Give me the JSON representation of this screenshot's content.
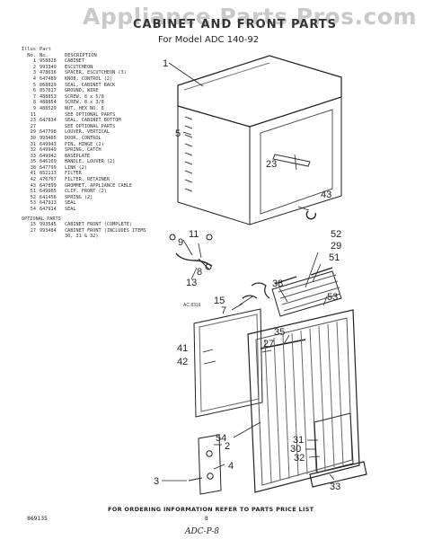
{
  "watermark": "Appliance Parts Pros.com",
  "title": "CABINET AND FRONT PARTS",
  "subtitle": "For Model  ADC 140-92",
  "parts_table": {
    "headers": {
      "illus_line1": "Illus",
      "illus_line2": "No.",
      "part_line1": "Part",
      "part_line2": "No.",
      "description": "DESCRIPTION"
    },
    "rows": [
      {
        "illus": "1",
        "part": "958828",
        "desc": "CABINET"
      },
      {
        "illus": "2",
        "part": "993349",
        "desc": "ESCUTCHEON"
      },
      {
        "illus": "3",
        "part": "478636",
        "desc": "SPACER, ESCUTCHEON (3)"
      },
      {
        "illus": "4",
        "part": "647489",
        "desc": "KNOB, CONTROL (2)"
      },
      {
        "illus": "5",
        "part": "868829",
        "desc": "SEAL, CABINET BACK"
      },
      {
        "illus": "6",
        "part": "857017",
        "desc": "GROUND, WIRE"
      },
      {
        "illus": "7",
        "part": "488853",
        "desc": "SCREW, 8 x 5/8"
      },
      {
        "illus": "8",
        "part": "488854",
        "desc": "SCREW, 8 x 3/8"
      },
      {
        "illus": "9",
        "part": "488529",
        "desc": "NUT, HEX NO. 8"
      },
      {
        "illus": "11",
        "part": "",
        "desc": "SEE OPTIONAL PARTS"
      },
      {
        "illus": "23",
        "part": "647834",
        "desc": "SEAL, CABINET BOTTOM"
      },
      {
        "illus": "27",
        "part": "",
        "desc": "SEE OPTIONAL PARTS"
      },
      {
        "illus": "29",
        "part": "647798",
        "desc": "LOUVER, VERTICAL"
      },
      {
        "illus": "30",
        "part": "993465",
        "desc": "DOOR, CONTROL"
      },
      {
        "illus": "31",
        "part": "649943",
        "desc": "PIN, HINGE (2)"
      },
      {
        "illus": "32",
        "part": "649949",
        "desc": "SPRING, CATCH"
      },
      {
        "illus": "33",
        "part": "649942",
        "desc": "BASEPLATE"
      },
      {
        "illus": "35",
        "part": "646169",
        "desc": "HANDLE, LOUVER (2)"
      },
      {
        "illus": "38",
        "part": "647799",
        "desc": "LINK (2)"
      },
      {
        "illus": "41",
        "part": "852113",
        "desc": "FILTER"
      },
      {
        "illus": "42",
        "part": "476707",
        "desc": "FILTER, RETAINER"
      },
      {
        "illus": "43",
        "part": "647899",
        "desc": "GROMMET, APPLIANCE CABLE"
      },
      {
        "illus": "51",
        "part": "649965",
        "desc": "CLIP, FRONT (2)"
      },
      {
        "illus": "52",
        "part": "641456",
        "desc": "SPRING (2)"
      },
      {
        "illus": "53",
        "part": "647913",
        "desc": "SEAL"
      },
      {
        "illus": "54",
        "part": "647914",
        "desc": "SEAL"
      }
    ],
    "optional_title": "OPTIONAL PARTS",
    "optional_rows": [
      {
        "illus": "15",
        "part": "993545",
        "desc": "CABINET FRONT (COMPLETE)"
      },
      {
        "illus": "27",
        "part": "993484",
        "desc": "CABINET FRONT (INCLUDES ITEMS 30, 31 & 32)"
      }
    ]
  },
  "callouts": {
    "c1": "1",
    "c2": "2",
    "c3": "3",
    "c4": "4",
    "c5": "5",
    "c7": "7",
    "c8": "8",
    "c9": "9",
    "c11": "11",
    "c13": "13",
    "c15": "15",
    "c23": "23",
    "c27": "27",
    "c29": "29",
    "c30": "30",
    "c31": "31",
    "c32": "32",
    "c33": "33",
    "c35": "35",
    "c38": "38",
    "c41": "41",
    "c42": "42",
    "c43": "43",
    "c51": "51",
    "c52": "52",
    "c53": "53",
    "c54": "54"
  },
  "ac_note": "AC 8316",
  "footer": "FOR ORDERING INFORMATION REFER TO PARTS PRICE LIST",
  "page_number": "8",
  "doc_code": "869135",
  "handwritten_note": "ADC-P-8"
}
